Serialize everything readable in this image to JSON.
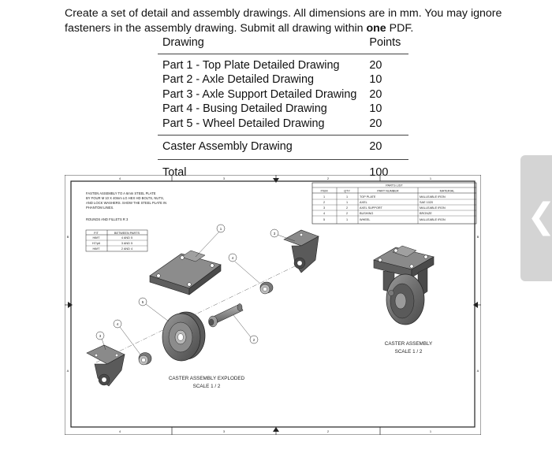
{
  "intro": {
    "line1": "Create a set of detail and assembly drawings. All dimensions are in mm. You may ignore",
    "line2_pre": "fasteners in the assembly drawing. Submit all drawing within ",
    "line2_bold": "one",
    "line2_post": " PDF."
  },
  "points_table": {
    "headers": [
      "Drawing",
      "Points"
    ],
    "rows": [
      {
        "drawing": "Part 1 - Top Plate Detailed Drawing",
        "points": "20"
      },
      {
        "drawing": "Part 2 - Axle Detailed Drawing",
        "points": "10"
      },
      {
        "drawing": "Part 3 - Axle Support Detailed Drawing",
        "points": "20"
      },
      {
        "drawing": "Part 4 - Busing Detailed Drawing",
        "points": "10"
      },
      {
        "drawing": "Part 5 - Wheel Detailed Drawing",
        "points": "20"
      }
    ],
    "assembly": {
      "drawing": "Caster Assembly Drawing",
      "points": "20"
    },
    "total": {
      "label": "Total",
      "points": "100"
    }
  },
  "drawing": {
    "notes": [
      "FASTEN ASSEMBLY TO A 6mm STEEL PLATE",
      "BY FOUR M 10 X 40mm LG HEX HD BOLTS, NUTS,",
      "AND LOCK WASHERS. SHOW THE STEEL PLATE IN",
      "PHANTOM LINES."
    ],
    "rounds_note": "ROUNDS AND FILLETS R 3",
    "fit_table": {
      "headers": [
        "FIT",
        "BETWEEN PARTS"
      ],
      "rows": [
        [
          "H8/f7",
          "4 AND 5"
        ],
        [
          "H7/p6",
          "3 AND 5"
        ],
        [
          "H8/f7",
          "2 AND 4"
        ]
      ]
    },
    "parts_list": {
      "title": "PARTS LIST",
      "headers": [
        "ITEM",
        "QTY",
        "PART NUMBER",
        "MATERIAL"
      ],
      "rows": [
        [
          "1",
          "1",
          "TOP PLATE",
          "MALLEABLE IRON"
        ],
        [
          "2",
          "1",
          "AXEL",
          "SAE 1020"
        ],
        [
          "3",
          "2",
          "AXEL SUPPORT",
          "MALLEABLE IRON"
        ],
        [
          "4",
          "2",
          "BUSHING",
          "BRONZE"
        ],
        [
          "5",
          "1",
          "WHEEL",
          "MALLEABLE IRON"
        ]
      ]
    },
    "zone_numbers_top": [
      "4",
      "3",
      "2",
      "1"
    ],
    "zone_numbers_bottom": [
      "4",
      "3",
      "2",
      "1"
    ],
    "zone_letters_left": [
      "B",
      "A"
    ],
    "zone_letters_right": [
      "B",
      "A"
    ],
    "balloons": [
      "1",
      "2",
      "3",
      "3",
      "4",
      "4",
      "5"
    ],
    "exploded_caption": [
      "CASTER ASSEMBLY EXPLODED",
      "SCALE 1 / 2"
    ],
    "assembly_caption": [
      "CASTER ASSEMBLY",
      "SCALE 1 / 2"
    ]
  },
  "side_tab": {
    "icon": "chevron-left-icon",
    "glyph": "❮"
  }
}
